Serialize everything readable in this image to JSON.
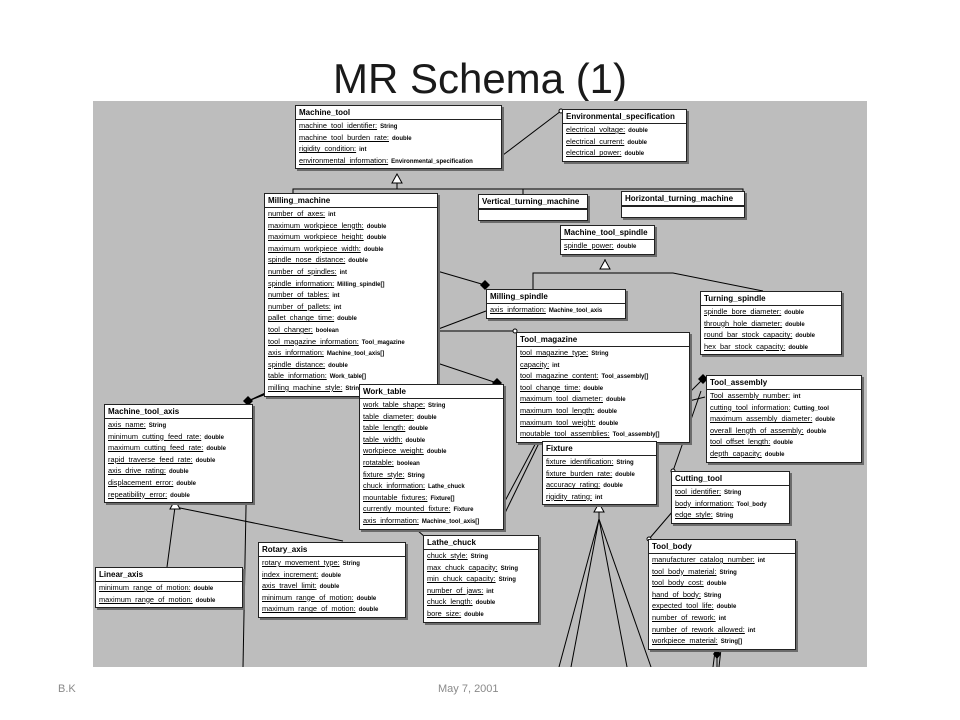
{
  "slide": {
    "title": "MR Schema (1)",
    "footer_left": "B.K",
    "footer_center": "May 7, 2001"
  },
  "classes": {
    "machine_tool": {
      "name": "Machine_tool",
      "attributes": [
        {
          "name": "machine_tool_identifier:",
          "type": "String"
        },
        {
          "name": "machine_tool_burden_rate:",
          "type": "double"
        },
        {
          "name": "rigidity_condition:",
          "type": "int"
        },
        {
          "name": "environmental_information:",
          "type": "Environmental_specification"
        }
      ]
    },
    "environmental_specification": {
      "name": "Environmental_specification",
      "attributes": [
        {
          "name": "electrical_voltage:",
          "type": "double"
        },
        {
          "name": "electrical_current:",
          "type": "double"
        },
        {
          "name": "electrical_power:",
          "type": "double"
        }
      ]
    },
    "milling_machine": {
      "name": "Milling_machine",
      "attributes": [
        {
          "name": "number_of_axes:",
          "type": "int"
        },
        {
          "name": "maximum_workpiece_length:",
          "type": "double"
        },
        {
          "name": "maximum_workpiece_height:",
          "type": "double"
        },
        {
          "name": "maximum_workpiece_width:",
          "type": "double"
        },
        {
          "name": "spindle_nose_distance:",
          "type": "double"
        },
        {
          "name": "number_of_spindles:",
          "type": "int"
        },
        {
          "name": "spindle_information:",
          "type": "Milling_spindle[]"
        },
        {
          "name": "number_of_tables:",
          "type": "int"
        },
        {
          "name": "number_of_pallets:",
          "type": "int"
        },
        {
          "name": "pallet_change_time:",
          "type": "double"
        },
        {
          "name": "tool_changer:",
          "type": "boolean"
        },
        {
          "name": "tool_magazine_information:",
          "type": "Tool_magazine"
        },
        {
          "name": "axis_information:",
          "type": "Machine_tool_axis[]"
        },
        {
          "name": "spindle_distance:",
          "type": "double"
        },
        {
          "name": "table_information:",
          "type": "Work_table[]"
        },
        {
          "name": "milling_machine_style:",
          "type": "String"
        }
      ]
    },
    "vertical_turning_machine": {
      "name": "Vertical_turning_machine",
      "attributes": []
    },
    "horizontal_turning_machine": {
      "name": "Horizontal_turning_machine",
      "attributes": []
    },
    "machine_tool_spindle": {
      "name": "Machine_tool_spindle",
      "attributes": [
        {
          "name": "spindle_power:",
          "type": "double"
        }
      ]
    },
    "milling_spindle": {
      "name": "Milling_spindle",
      "attributes": [
        {
          "name": "axis_information:",
          "type": "Machine_tool_axis"
        }
      ]
    },
    "turning_spindle": {
      "name": "Turning_spindle",
      "attributes": [
        {
          "name": "spindle_bore_diameter:",
          "type": "double"
        },
        {
          "name": "through_hole_diameter:",
          "type": "double"
        },
        {
          "name": "round_bar_stock_capacity:",
          "type": "double"
        },
        {
          "name": "hex_bar_stock_capacity:",
          "type": "double"
        }
      ]
    },
    "tool_magazine": {
      "name": "Tool_magazine",
      "attributes": [
        {
          "name": "tool_magazine_type:",
          "type": "String"
        },
        {
          "name": "capacity:",
          "type": "int"
        },
        {
          "name": "tool_magazine_content:",
          "type": "Tool_assembly[]"
        },
        {
          "name": "tool_change_time:",
          "type": "double"
        },
        {
          "name": "maximum_tool_diameter:",
          "type": "double"
        },
        {
          "name": "maximum_tool_length:",
          "type": "double"
        },
        {
          "name": "maximum_tool_weight:",
          "type": "double"
        },
        {
          "name": "moutable_tool_assemblies:",
          "type": "Tool_assembly[]"
        }
      ]
    },
    "tool_assembly": {
      "name": "Tool_assembly",
      "attributes": [
        {
          "name": "Tool_assembly_number:",
          "type": "int"
        },
        {
          "name": "cutting_tool_information:",
          "type": "Cutting_tool"
        },
        {
          "name": "maximum_assembly_diameter:",
          "type": "double"
        },
        {
          "name": "overall_length_of_assembly:",
          "type": "double"
        },
        {
          "name": "tool_offset_length:",
          "type": "double"
        },
        {
          "name": "depth_capacity:",
          "type": "double"
        }
      ]
    },
    "machine_tool_axis": {
      "name": "Machine_tool_axis",
      "attributes": [
        {
          "name": "axis_name:",
          "type": "String"
        },
        {
          "name": "minimum_cutting_feed_rate:",
          "type": "double"
        },
        {
          "name": "maximum_cutting_feed_rate:",
          "type": "double"
        },
        {
          "name": "rapid_traverse_feed_rate:",
          "type": "double"
        },
        {
          "name": "axis_drive_rating:",
          "type": "double"
        },
        {
          "name": "displacement_error:",
          "type": "double"
        },
        {
          "name": "repeatibility_error:",
          "type": "double"
        }
      ]
    },
    "work_table": {
      "name": "Work_table",
      "attributes": [
        {
          "name": "work_table_shape:",
          "type": "String"
        },
        {
          "name": "table_diameter:",
          "type": "double"
        },
        {
          "name": "table_length:",
          "type": "double"
        },
        {
          "name": "table_width:",
          "type": "double"
        },
        {
          "name": "workpiece_weight:",
          "type": "double"
        },
        {
          "name": "rotatable:",
          "type": "boolean"
        },
        {
          "name": "fixture_style:",
          "type": "String"
        },
        {
          "name": "chuck_information:",
          "type": "Lathe_chuck"
        },
        {
          "name": "mountable_fixtures:",
          "type": "Fixture[]"
        },
        {
          "name": "currently_mounted_fixture:",
          "type": "Fixture"
        },
        {
          "name": "axis_information:",
          "type": "Machine_tool_axis[]"
        }
      ]
    },
    "fixture": {
      "name": "Fixture",
      "attributes": [
        {
          "name": "fixture_identification:",
          "type": "String"
        },
        {
          "name": "fixture_burden_rate:",
          "type": "double"
        },
        {
          "name": "accuracy_rating:",
          "type": "double"
        },
        {
          "name": "rigidity_rating:",
          "type": "int"
        }
      ]
    },
    "cutting_tool": {
      "name": "Cutting_tool",
      "attributes": [
        {
          "name": "tool_identifier:",
          "type": "String"
        },
        {
          "name": "body_information:",
          "type": "Tool_body"
        },
        {
          "name": "edge_style:",
          "type": "String"
        }
      ]
    },
    "linear_axis": {
      "name": "Linear_axis",
      "attributes": [
        {
          "name": "minimum_range_of_motion:",
          "type": "double"
        },
        {
          "name": "maximum_range_of_motion:",
          "type": "double"
        }
      ]
    },
    "rotary_axis": {
      "name": "Rotary_axis",
      "attributes": [
        {
          "name": "rotary_movement_type:",
          "type": "String"
        },
        {
          "name": "index_increment:",
          "type": "double"
        },
        {
          "name": "axis_travel_limit:",
          "type": "double"
        },
        {
          "name": "minimum_range_of_motion:",
          "type": "double"
        },
        {
          "name": "maximum_range_of_motion:",
          "type": "double"
        }
      ]
    },
    "lathe_chuck": {
      "name": "Lathe_chuck",
      "attributes": [
        {
          "name": "chuck_style:",
          "type": "String"
        },
        {
          "name": "max_chuck_capacity:",
          "type": "String"
        },
        {
          "name": "min_chuck_capacity:",
          "type": "String"
        },
        {
          "name": "number_of_jaws:",
          "type": "int"
        },
        {
          "name": "chuck_length:",
          "type": "double"
        },
        {
          "name": "bore_size:",
          "type": "double"
        }
      ]
    },
    "tool_body": {
      "name": "Tool_body",
      "attributes": [
        {
          "name": "manufacturer_catalog_number:",
          "type": "int"
        },
        {
          "name": "tool_body_material:",
          "type": "String"
        },
        {
          "name": "tool_body_cost:",
          "type": "double"
        },
        {
          "name": "hand_of_body:",
          "type": "String"
        },
        {
          "name": "expected_tool_life:",
          "type": "double"
        },
        {
          "name": "number_of_rework:",
          "type": "int"
        },
        {
          "name": "number_of_rework_allowed:",
          "type": "int"
        },
        {
          "name": "workpiece_material:",
          "type": "String[]"
        }
      ]
    }
  }
}
